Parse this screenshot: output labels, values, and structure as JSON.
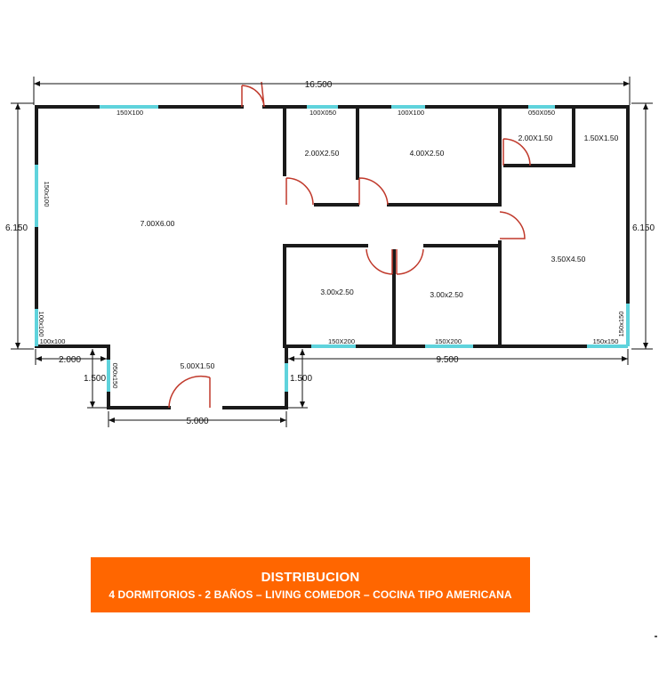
{
  "floor_plan": {
    "dimensions": {
      "overall_width": "16.500",
      "left_height": "6.150",
      "right_height": "6.150",
      "bottom_right_width": "9.500",
      "bottom_left_offset": "2.000",
      "bay_depth_left": "1.500",
      "bay_depth_right": "1.500",
      "bay_width": "5.000"
    },
    "rooms": [
      "7.00X6.00",
      "2.00X2.50",
      "4.00X2.50",
      "2.00X1.50",
      "1.50X1.50",
      "3.00x2.50",
      "3.00x2.50",
      "3.50X4.50",
      "5.00X1.50"
    ],
    "windows": [
      "150X100",
      "100X050",
      "100X100",
      "050X050",
      "150x100",
      "100x100",
      "100x100",
      "050x150",
      "150X200",
      "150X200",
      "150x150",
      "150x150"
    ],
    "colors": {
      "wall": "#1a1a1a",
      "window": "#5fd3dc",
      "door": "#c0392b",
      "dimension": "#111111"
    }
  },
  "banner": {
    "title": "DISTRIBUCION",
    "subtitle": "4 DORMITORIOS  - 2 BAÑOS  – LIVING COMEDOR – COCINA TIPO AMERICANA",
    "color": "#ff6600"
  }
}
